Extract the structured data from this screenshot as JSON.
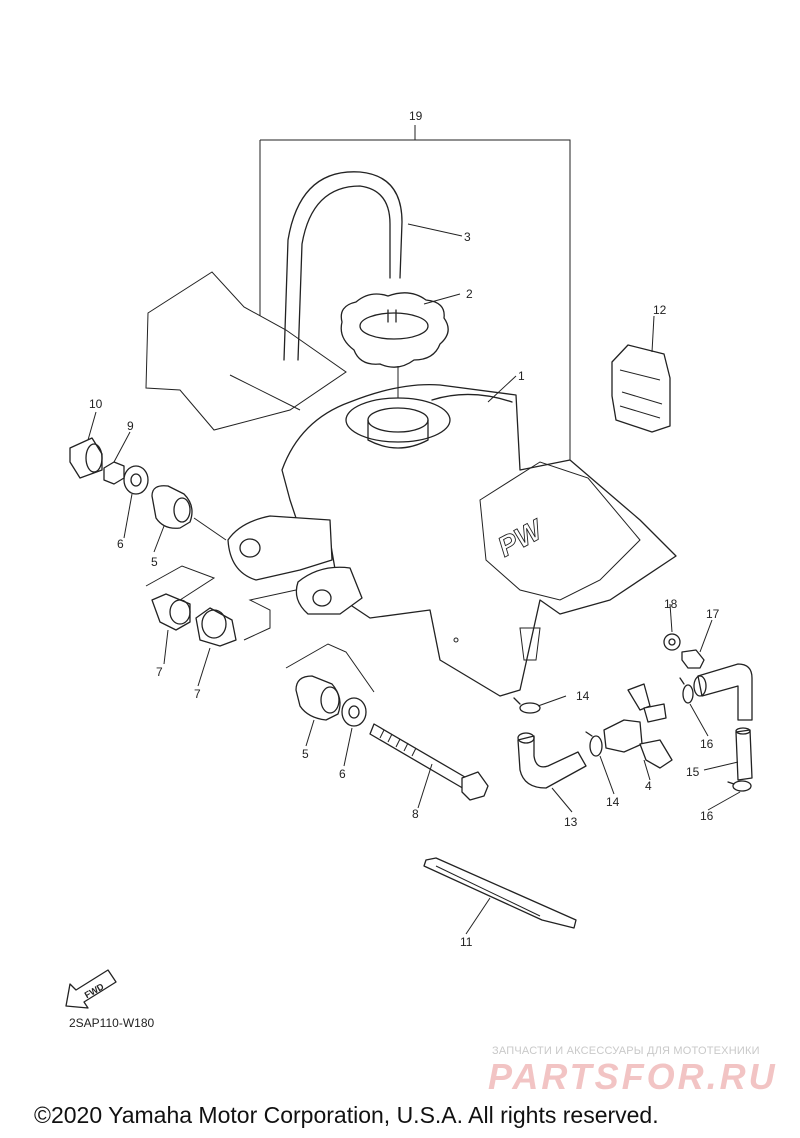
{
  "diagram": {
    "callouts": {
      "n1": "1",
      "n2": "2",
      "n3": "3",
      "n4": "4",
      "n5a": "5",
      "n5b": "5",
      "n6a": "6",
      "n6b": "6",
      "n7a": "7",
      "n7b": "7",
      "n8": "8",
      "n9": "9",
      "n10": "10",
      "n11": "11",
      "n12": "12",
      "n13": "13",
      "n14a": "14",
      "n14b": "14",
      "n15": "15",
      "n16a": "16",
      "n16b": "16",
      "n17": "17",
      "n18": "18",
      "n19": "19"
    },
    "fwd_label": "FWD",
    "decal_text": "PW"
  },
  "footer": {
    "diagram_code": "2SAP110-W180",
    "watermark_line": "ЗАПЧАСТИ И АКСЕССУАРЫ ДЛЯ МОТОТЕХНИКИ",
    "watermark_logo": "PARTSFOR.RU",
    "copyright": "©2020 Yamaha Motor Corporation, U.S.A. All rights reserved."
  }
}
